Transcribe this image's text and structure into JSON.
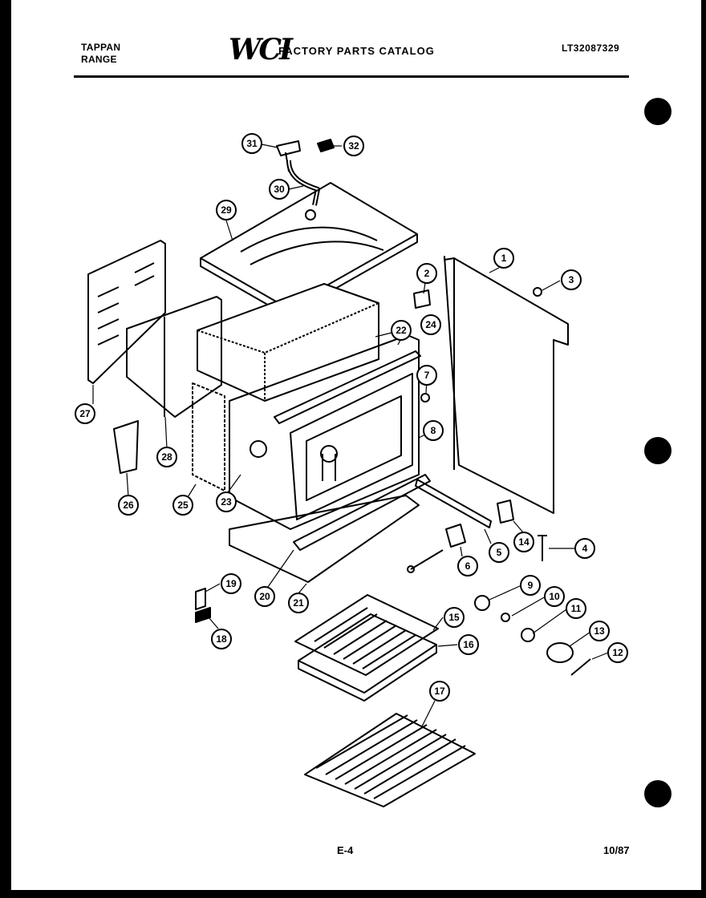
{
  "header": {
    "brand_line1": "TAPPAN",
    "brand_line2": "RANGE",
    "logo_text": "WCI",
    "catalog_title": "FACTORY PARTS CATALOG",
    "model_number": "LT32087329"
  },
  "footer": {
    "page_code": "E-4",
    "date": "10/87"
  },
  "callouts": [
    "1",
    "2",
    "3",
    "4",
    "5",
    "6",
    "7",
    "8",
    "9",
    "10",
    "11",
    "12",
    "13",
    "14",
    "15",
    "16",
    "17",
    "18",
    "19",
    "20",
    "21",
    "22",
    "23",
    "24",
    "25",
    "26",
    "27",
    "28",
    "29",
    "30",
    "31",
    "32"
  ]
}
